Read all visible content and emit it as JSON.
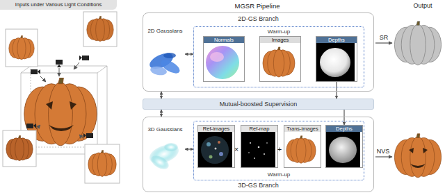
{
  "diagram": {
    "title": "MGSR Pipeline",
    "nodes": [
      {
        "text": [
          "2D-GS Branch"
        ]
      },
      {
        "text": [
          "2D Gaussians"
        ],
        "in": 0
      },
      {
        "text": [
          "Warm-up"
        ],
        "in": 0
      },
      {
        "text": [
          "Normals"
        ],
        "in": 2
      },
      {
        "text": [
          "Images"
        ],
        "in": 2
      },
      {
        "text": [
          "Depths"
        ],
        "in": 2
      },
      {
        "text": [
          "Mutual-boosted Supervision"
        ]
      },
      {
        "text": [
          "3D-GS Branch"
        ]
      },
      {
        "text": [
          "3D Gaussians"
        ],
        "in": 7
      },
      {
        "text": [
          "Warm-up"
        ],
        "in": 7
      },
      {
        "text": [
          "Ref-images"
        ],
        "in": 9
      },
      {
        "text": [
          "Ref-map"
        ],
        "in": 9
      },
      {
        "text": [
          "Trans-images"
        ],
        "in": 9
      },
      {
        "text": [
          "Depths"
        ],
        "in": 9
      }
    ],
    "edges": [
      {
        "from": 1,
        "to": 2,
        "arrow": "both"
      },
      {
        "from": 0,
        "to": 6,
        "arrow": "both"
      },
      {
        "from": 6,
        "to": 7,
        "arrow": "both"
      },
      {
        "from": 5,
        "to": 6,
        "arrow": "to"
      },
      {
        "from": 6,
        "to": 13,
        "arrow": "to"
      },
      {
        "from": 8,
        "to": 9,
        "arrow": "both"
      }
    ],
    "labels": [
      "Inputs under Various Light Conditions",
      "Output",
      "×",
      "+",
      "SR",
      "NVS"
    ]
  }
}
